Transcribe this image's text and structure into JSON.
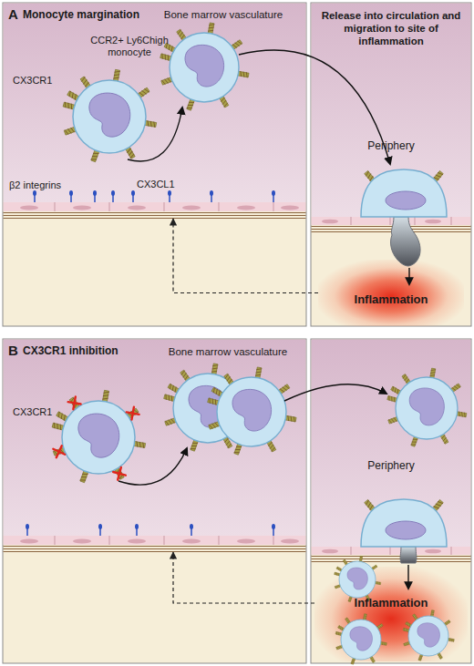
{
  "diagram": {
    "nodes": [
      {
        "text": [
          "A",
          "Monocyte margination"
        ]
      },
      {
        "text": [
          "Release into circulation and migration to site of inflammation",
          "Periphery"
        ]
      },
      {
        "text": [
          "Inflammation"
        ],
        "in": 1
      },
      {
        "text": [
          "B",
          "CX3CR1 inhibition"
        ]
      },
      {
        "text": [
          "Periphery"
        ]
      },
      {
        "text": [
          "Inflammation"
        ],
        "in": 4
      }
    ],
    "edges": [
      {
        "from": 2,
        "to": 0,
        "arrow": "to"
      },
      {
        "from": 5,
        "to": 3,
        "arrow": "to"
      }
    ],
    "labels": [
      "Bone marrow vasculature",
      "CX3CR1",
      "CCR2+ Ly6Chigh monocyte",
      "β2 integrins",
      "CX3CL1",
      "Bone marrow vasculature",
      "CX3CR1"
    ]
  }
}
